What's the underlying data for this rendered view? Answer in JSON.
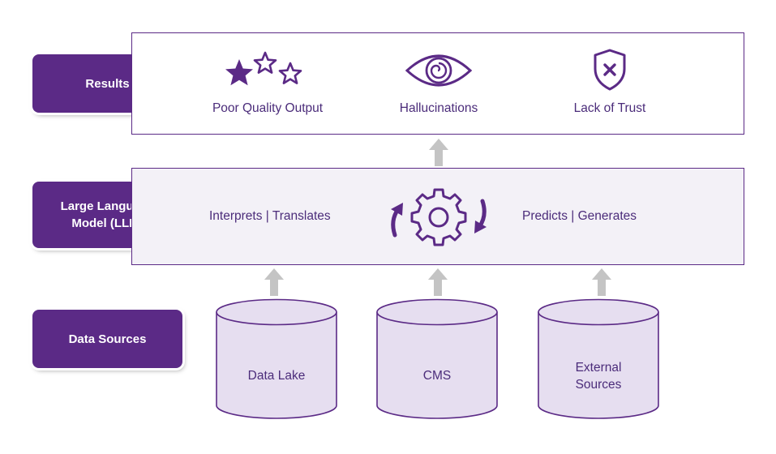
{
  "layers": {
    "results": "Results",
    "llm": "Large Language\nModel (LLM)",
    "data_sources": "Data Sources"
  },
  "results": [
    {
      "label": "Poor Quality Output",
      "icon": "stars-icon"
    },
    {
      "label": "Hallucinations",
      "icon": "eye-spiral-icon"
    },
    {
      "label": "Lack of Trust",
      "icon": "shield-x-icon"
    }
  ],
  "llm": {
    "left_text": "Interprets  |  Translates",
    "right_text": "Predicts  |  Generates",
    "icon": "gear-cycle-icon"
  },
  "sources": [
    {
      "label": "Data Lake"
    },
    {
      "label": "CMS"
    },
    {
      "label": "External\nSources"
    }
  ],
  "colors": {
    "primary": "#5b2a86",
    "cylinder_fill": "#e6def0",
    "llm_panel_fill": "#f3f1f7",
    "arrow": "#c4c4c4"
  }
}
